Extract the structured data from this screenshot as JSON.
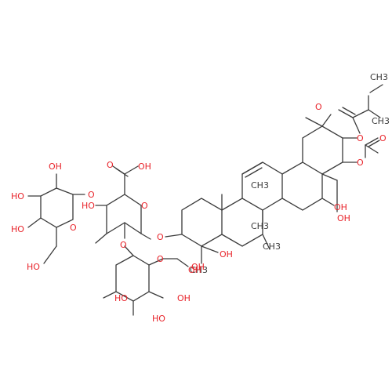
{
  "colors": {
    "heteroatom": "#e8232a",
    "carbon": "#3a3a3a",
    "background": "#ffffff"
  },
  "labels": {
    "ch3_top": "CH3",
    "ch3_top2": "CH3",
    "ester_o": "O",
    "ester_ring_o": "O",
    "acetyl_o": "O",
    "acetyl_ring_o": "O",
    "oh_c16": "OH",
    "oh_c28": "OH",
    "ch3_c14": "CH3",
    "ch3_c8": "CH3",
    "ch3_c10": "CH3",
    "oh_c23": "OH",
    "ch3_c24": "CH3",
    "oh_c24": "OH",
    "glycoside_o": "O",
    "cooh": "OH",
    "cooh_o": "O",
    "glca_ring_o": "O",
    "glca_oh3": "HO",
    "glca_o4": "O",
    "glca_o2": "O",
    "glc_oh2": "OH",
    "glc_oh3": "HO",
    "glc_oh4": "HO",
    "glc_ring_o": "O",
    "glc_oh6": "HO",
    "gal_ring_o": "O",
    "gal_oh2": "HO",
    "gal_oh3": "HO",
    "gal_oh4": "OH",
    "gal_oh6": "OH"
  }
}
